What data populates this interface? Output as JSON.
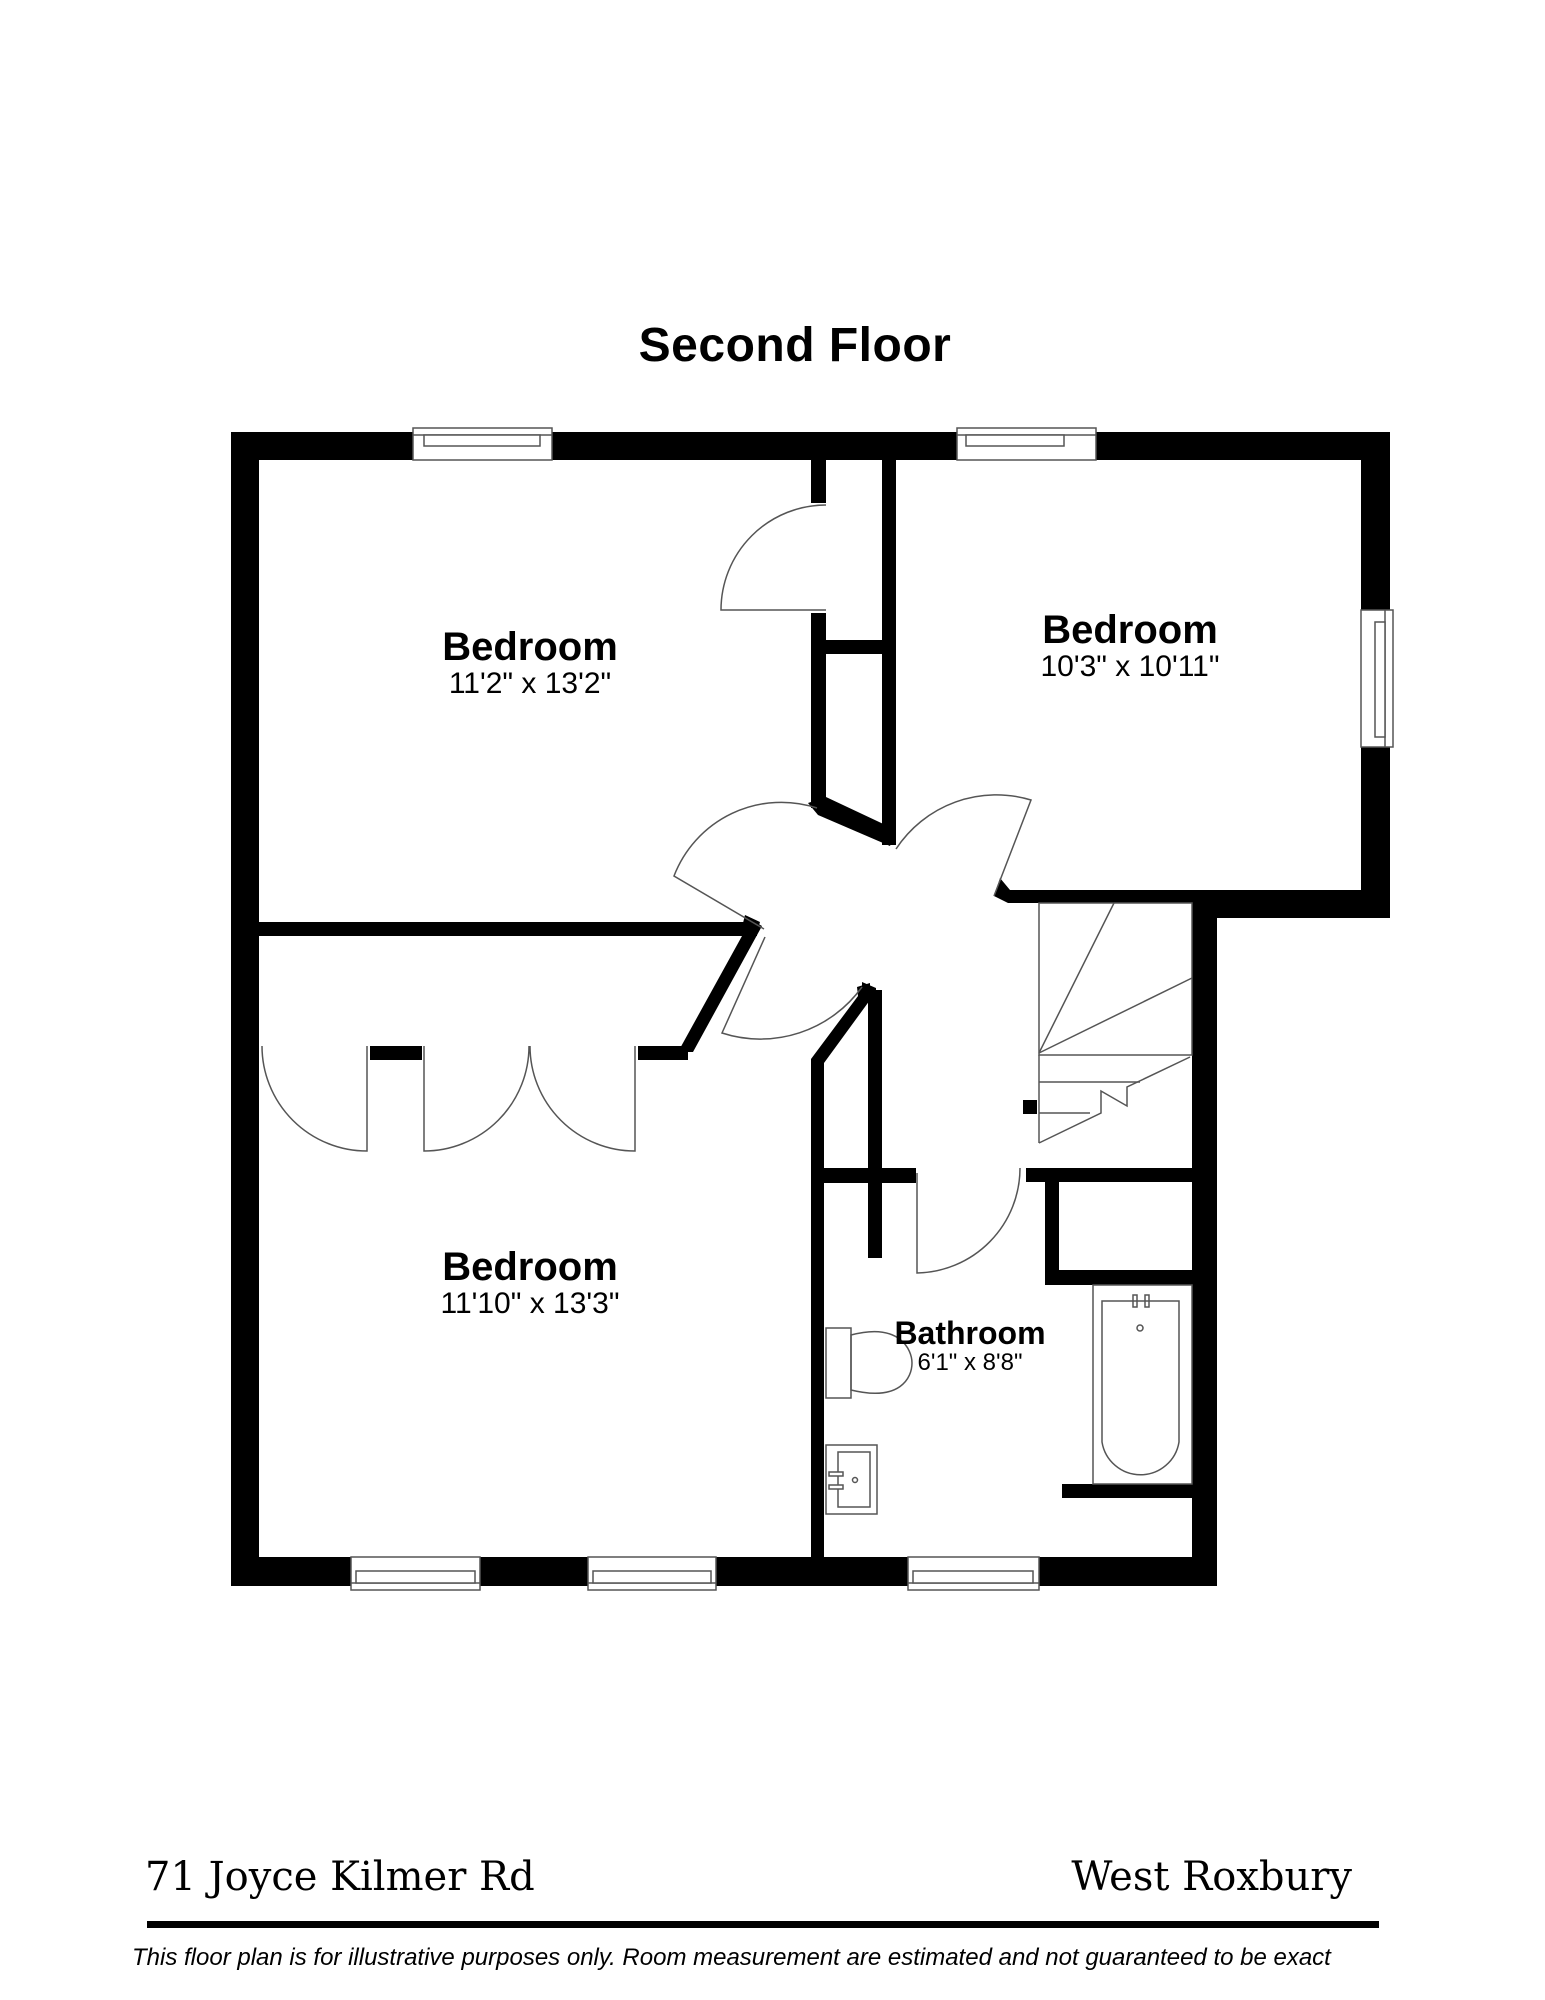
{
  "floor_title": "Second Floor",
  "rooms": [
    {
      "name": "Bedroom",
      "dimensions": "11'2\" x 13'2\""
    },
    {
      "name": "Bedroom",
      "dimensions": "10'3\" x 10'11\""
    },
    {
      "name": "Bedroom",
      "dimensions": "11'10\" x 13'3\""
    },
    {
      "name": "Bathroom",
      "dimensions": "6'1\" x 8'8\""
    }
  ],
  "footer": {
    "address": "71 Joyce Kilmer Rd",
    "city": "West Roxbury",
    "disclaimer": "This floor plan is for illustrative purposes only.  Room measurement are estimated and not guaranteed to be exact"
  },
  "colors": {
    "wall": "#000000",
    "fixture_line": "#555555",
    "background": "#ffffff"
  }
}
